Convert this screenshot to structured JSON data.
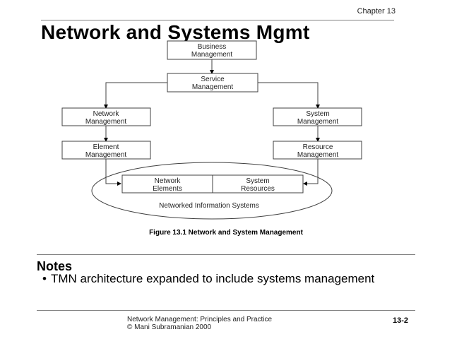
{
  "header": {
    "chapter": "Chapter 13",
    "title": "Network and Systems Mgmt"
  },
  "diagram": {
    "boxes": {
      "business": [
        "Business",
        "Management"
      ],
      "service": [
        "Service",
        "Management"
      ],
      "network_mgmt": [
        "Network",
        "Management"
      ],
      "system_mgmt": [
        "System",
        "Management"
      ],
      "element_mgmt": [
        "Element",
        "Management"
      ],
      "resource_mgmt": [
        "Resource",
        "Management"
      ],
      "network_elements": [
        "Network",
        "Elements"
      ],
      "system_resources": [
        "System",
        "Resources"
      ]
    },
    "ellipse_label": "Networked Information Systems",
    "caption": "Figure 13.1 Network and System Management"
  },
  "notes": {
    "heading": "Notes",
    "bullet_symbol": "•",
    "items": [
      "TMN architecture expanded to include systems management"
    ]
  },
  "footer": {
    "line1": "Network Management: Principles and Practice",
    "line2": "© Mani Subramanian 2000",
    "page_number": "13-2"
  },
  "colors": {
    "line": "#404040",
    "rule": "#808080"
  }
}
